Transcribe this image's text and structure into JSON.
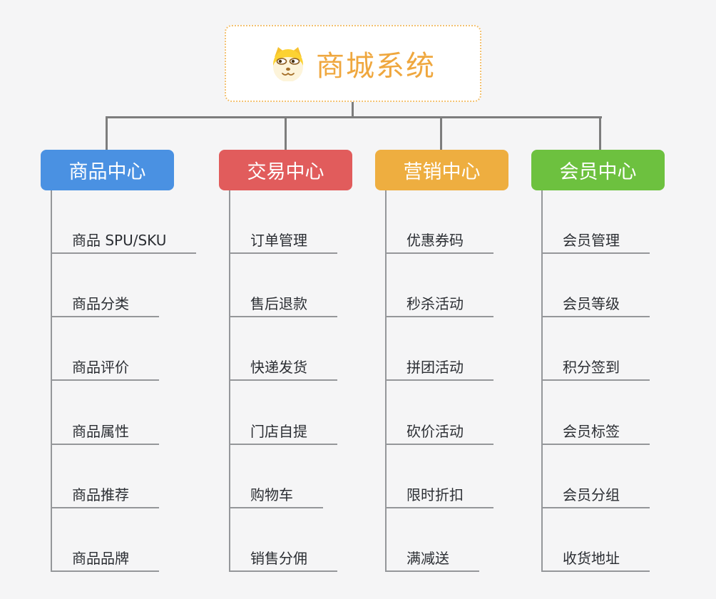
{
  "root": {
    "title": "商城系统",
    "icon": "dog-icon"
  },
  "branches": [
    {
      "label": "商品中心",
      "color": "#4a91e2",
      "children": [
        "商品 SPU/SKU",
        "商品分类",
        "商品评价",
        "商品属性",
        "商品推荐",
        "商品品牌"
      ]
    },
    {
      "label": "交易中心",
      "color": "#e15c5c",
      "children": [
        "订单管理",
        "售后退款",
        "快递发货",
        "门店自提",
        "购物车",
        "销售分佣"
      ]
    },
    {
      "label": "营销中心",
      "color": "#eeae40",
      "children": [
        "优惠券码",
        "秒杀活动",
        "拼团活动",
        "砍价活动",
        "限时折扣",
        "满减送"
      ]
    },
    {
      "label": "会员中心",
      "color": "#6dc13f",
      "children": [
        "会员管理",
        "会员等级",
        "积分签到",
        "会员标签",
        "会员分组",
        "收货地址"
      ]
    }
  ],
  "colors": {
    "background": "#f5f5f6",
    "root_title": "#efa73e",
    "root_border": "#f3c171",
    "connector": "#7d7d7d",
    "child_line": "#95979a",
    "child_text": "#2b2e33"
  }
}
